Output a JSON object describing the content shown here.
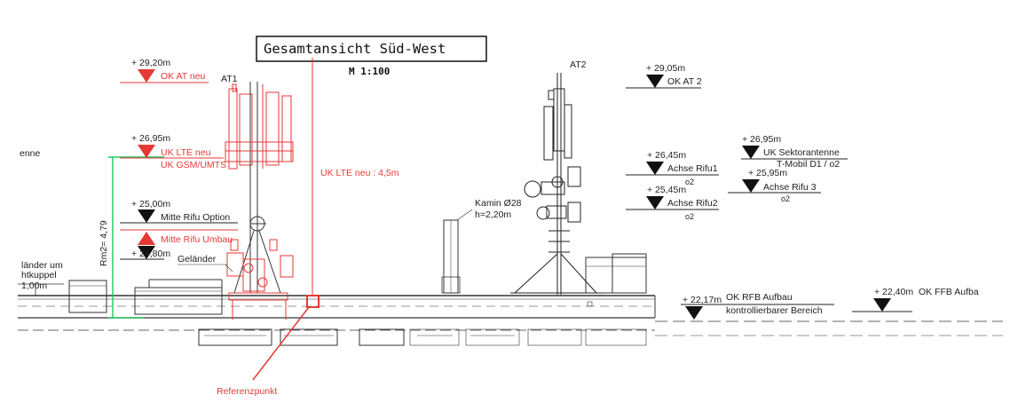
{
  "title": "Gesamtansicht Süd-West",
  "scale": "M 1:100",
  "colors": {
    "red": "#e53935",
    "ink": "#222222",
    "green": "#22c55e"
  },
  "antennas": {
    "at1": "AT1",
    "at2": "AT2"
  },
  "labels": {
    "enne": "enne",
    "laender1": "länder um",
    "laender2": "htkuppel",
    "laender3": "1,00m",
    "gelaender": "Geländer",
    "rm2": "Rm2= 4,79",
    "uk_lte_neu_height": "UK LTE neu : 4,5m",
    "kamin1": "Kamin Ø28",
    "kamin2": "h=2,20m",
    "referenzpunkt": "Referenzpunkt",
    "sub_o2_a": "o2",
    "sub_o2_b": "o2",
    "sub_o2_c": "o2"
  },
  "levels": {
    "l2920": {
      "value": "+ 29,20m",
      "label": "OK AT neu"
    },
    "l2695": {
      "value": "+ 26,95m",
      "label": "UK LTE neu",
      "label2": "UK GSM/UMTS"
    },
    "l2500": {
      "value": "+ 25,00m",
      "label": "Mitte Rifu Option"
    },
    "rifu_umbau": {
      "label": "Mitte Rifu Umbau"
    },
    "l2480": {
      "value": "+ 24,80m"
    },
    "l2905": {
      "value": "+ 29,05m",
      "label": "OK AT 2"
    },
    "l2645": {
      "value": "+ 26,45m",
      "label": "Achse Rifu1"
    },
    "l2545": {
      "value": "+ 25,45m",
      "label": "Achse Rifu2"
    },
    "r2695": {
      "value": "+ 26,95m",
      "label": "UK Sektorantenne",
      "label2": "T-Mobil D1 / o2"
    },
    "r2595": {
      "value": "+ 25,95m",
      "label": "Achse Rifu 3"
    },
    "l2217": {
      "value": "+ 22,17m",
      "label": "OK RFB Aufbau",
      "label2": "kontrollierbarer Bereich"
    },
    "l2240": {
      "value": "+ 22,40m",
      "label": "OK FFB Aufba"
    }
  }
}
